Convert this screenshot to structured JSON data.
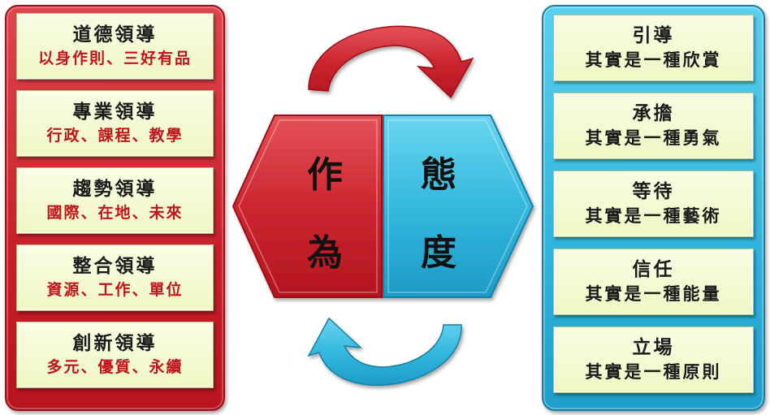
{
  "left": {
    "cards": [
      {
        "title": "道德領導",
        "subtitle": "以身作則、三好有品"
      },
      {
        "title": "專業領導",
        "subtitle": "行政、課程、教學"
      },
      {
        "title": "趨勢領導",
        "subtitle": "國際、在地、未來"
      },
      {
        "title": "整合領導",
        "subtitle": "資源、工作、單位"
      },
      {
        "title": "創新領導",
        "subtitle": "多元、優質、永續"
      }
    ]
  },
  "right": {
    "cards": [
      {
        "title": "引導",
        "subtitle": "其實是一種欣賞"
      },
      {
        "title": "承擔",
        "subtitle": "其實是一種勇氣"
      },
      {
        "title": "等待",
        "subtitle": "其實是一種藝術"
      },
      {
        "title": "信任",
        "subtitle": "其實是一種能量"
      },
      {
        "title": "立場",
        "subtitle": "其實是一種原則"
      }
    ]
  },
  "center": {
    "left_half": {
      "char1": "作",
      "char2": "為"
    },
    "right_half": {
      "char1": "態",
      "char2": "度"
    }
  },
  "colors": {
    "red": "#c8202a",
    "blue": "#2fb4dc",
    "card": "#f0f6c4",
    "accent_text": "#c0141c"
  }
}
